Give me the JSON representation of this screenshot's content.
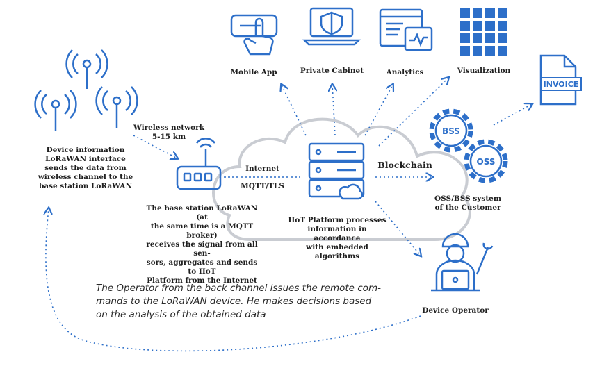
{
  "colors": {
    "icon": "#2d6fc9",
    "cloud": "#c9ccd2",
    "text": "#1f1f1f",
    "arrow": "#2d6fc9"
  },
  "nodes": {
    "mobile_app": "Mobile App",
    "private_cabinet": "Private Cabinet",
    "analytics": "Analytics",
    "visualization": "Visualization",
    "invoice_text": "INVOICE",
    "bss": "BSS",
    "oss": "OSS",
    "oss_bss": "OSS/BSS system\nof the Customer",
    "device_info": "Device information\nLoRaWAN  interface\nsends the data from\nwireless channel to the\nbase station LoRaWAN",
    "wireless": "Wireless network\n5-15 km",
    "base_station": "The base station LoRaWAN (at\nthe same time is a MQTT broker)\nreceives the signal from all sen-\nsors, aggregates and sends to IIoT\nPlatform from the Internet",
    "internet": "Internet",
    "mqtt": "MQTT/TLS",
    "blockchain": "Blockchain",
    "iiot": "IIoT Platform processes\ninformation in accordance\nwith embedded algorithms",
    "device_operator": "Device Operator",
    "operator_text": "The Operator from the back channel issues the remote com-\nmands to the LoRaWAN device. He makes decisions based\non the analysis of the obtained data"
  }
}
